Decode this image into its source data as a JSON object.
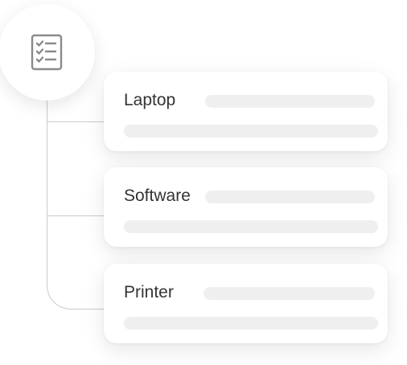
{
  "header": {
    "icon": "checklist-icon"
  },
  "items": [
    {
      "label": "Laptop"
    },
    {
      "label": "Software"
    },
    {
      "label": "Printer"
    }
  ],
  "colors": {
    "background": "#ffffff",
    "line": "#c9c9c9",
    "placeholder_bar": "#efefef",
    "text": "#333333",
    "icon": "#8a8a8a"
  }
}
